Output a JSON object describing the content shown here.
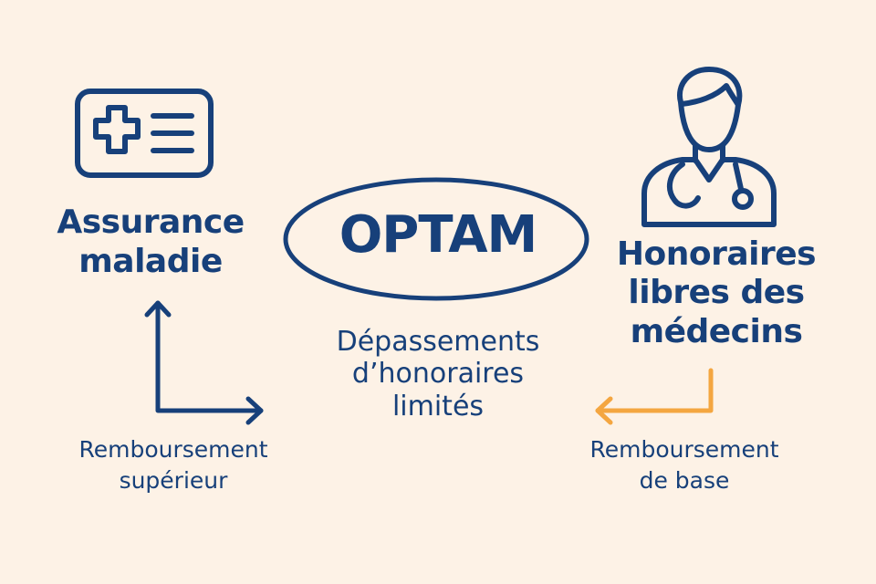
{
  "colors": {
    "background": "#fdf2e6",
    "primary": "#17407a",
    "accent": "#f4a640"
  },
  "icons": {
    "insurance": "health-insurance-card-icon",
    "doctor": "doctor-with-stethoscope-icon"
  },
  "nodes": {
    "insurance": {
      "lines": [
        "Assurance",
        "maladie"
      ]
    },
    "center_title": "OPTAM",
    "center_subtitle": {
      "lines": [
        "Dépassements",
        "d’honoraires",
        "limités"
      ]
    },
    "doctors": {
      "lines": [
        "Honoraires",
        "libres des",
        "médecins"
      ]
    }
  },
  "edges": {
    "left": {
      "lines": [
        "Remboursement",
        "supérieur"
      ],
      "color": "#17407a"
    },
    "right": {
      "lines": [
        "Remboursement",
        "de base"
      ],
      "color": "#f4a640"
    }
  }
}
